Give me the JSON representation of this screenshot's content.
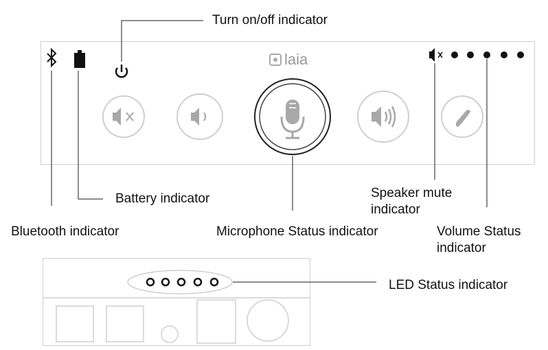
{
  "labels": {
    "power": "Turn on/off indicator",
    "battery": "Battery indicator",
    "bluetooth": "Bluetooth indicator",
    "microphone": "Microphone Status indicator",
    "speaker_mute_1": "Speaker mute",
    "speaker_mute_2": "indicator",
    "volume_1": "Volume Status",
    "volume_2": "indicator",
    "led": "LED Status indicator"
  },
  "logo": {
    "text": "laia"
  },
  "colors": {
    "outline": "#cfcfcf",
    "icon_gray": "#a8a8a8",
    "dark": "#111111"
  }
}
